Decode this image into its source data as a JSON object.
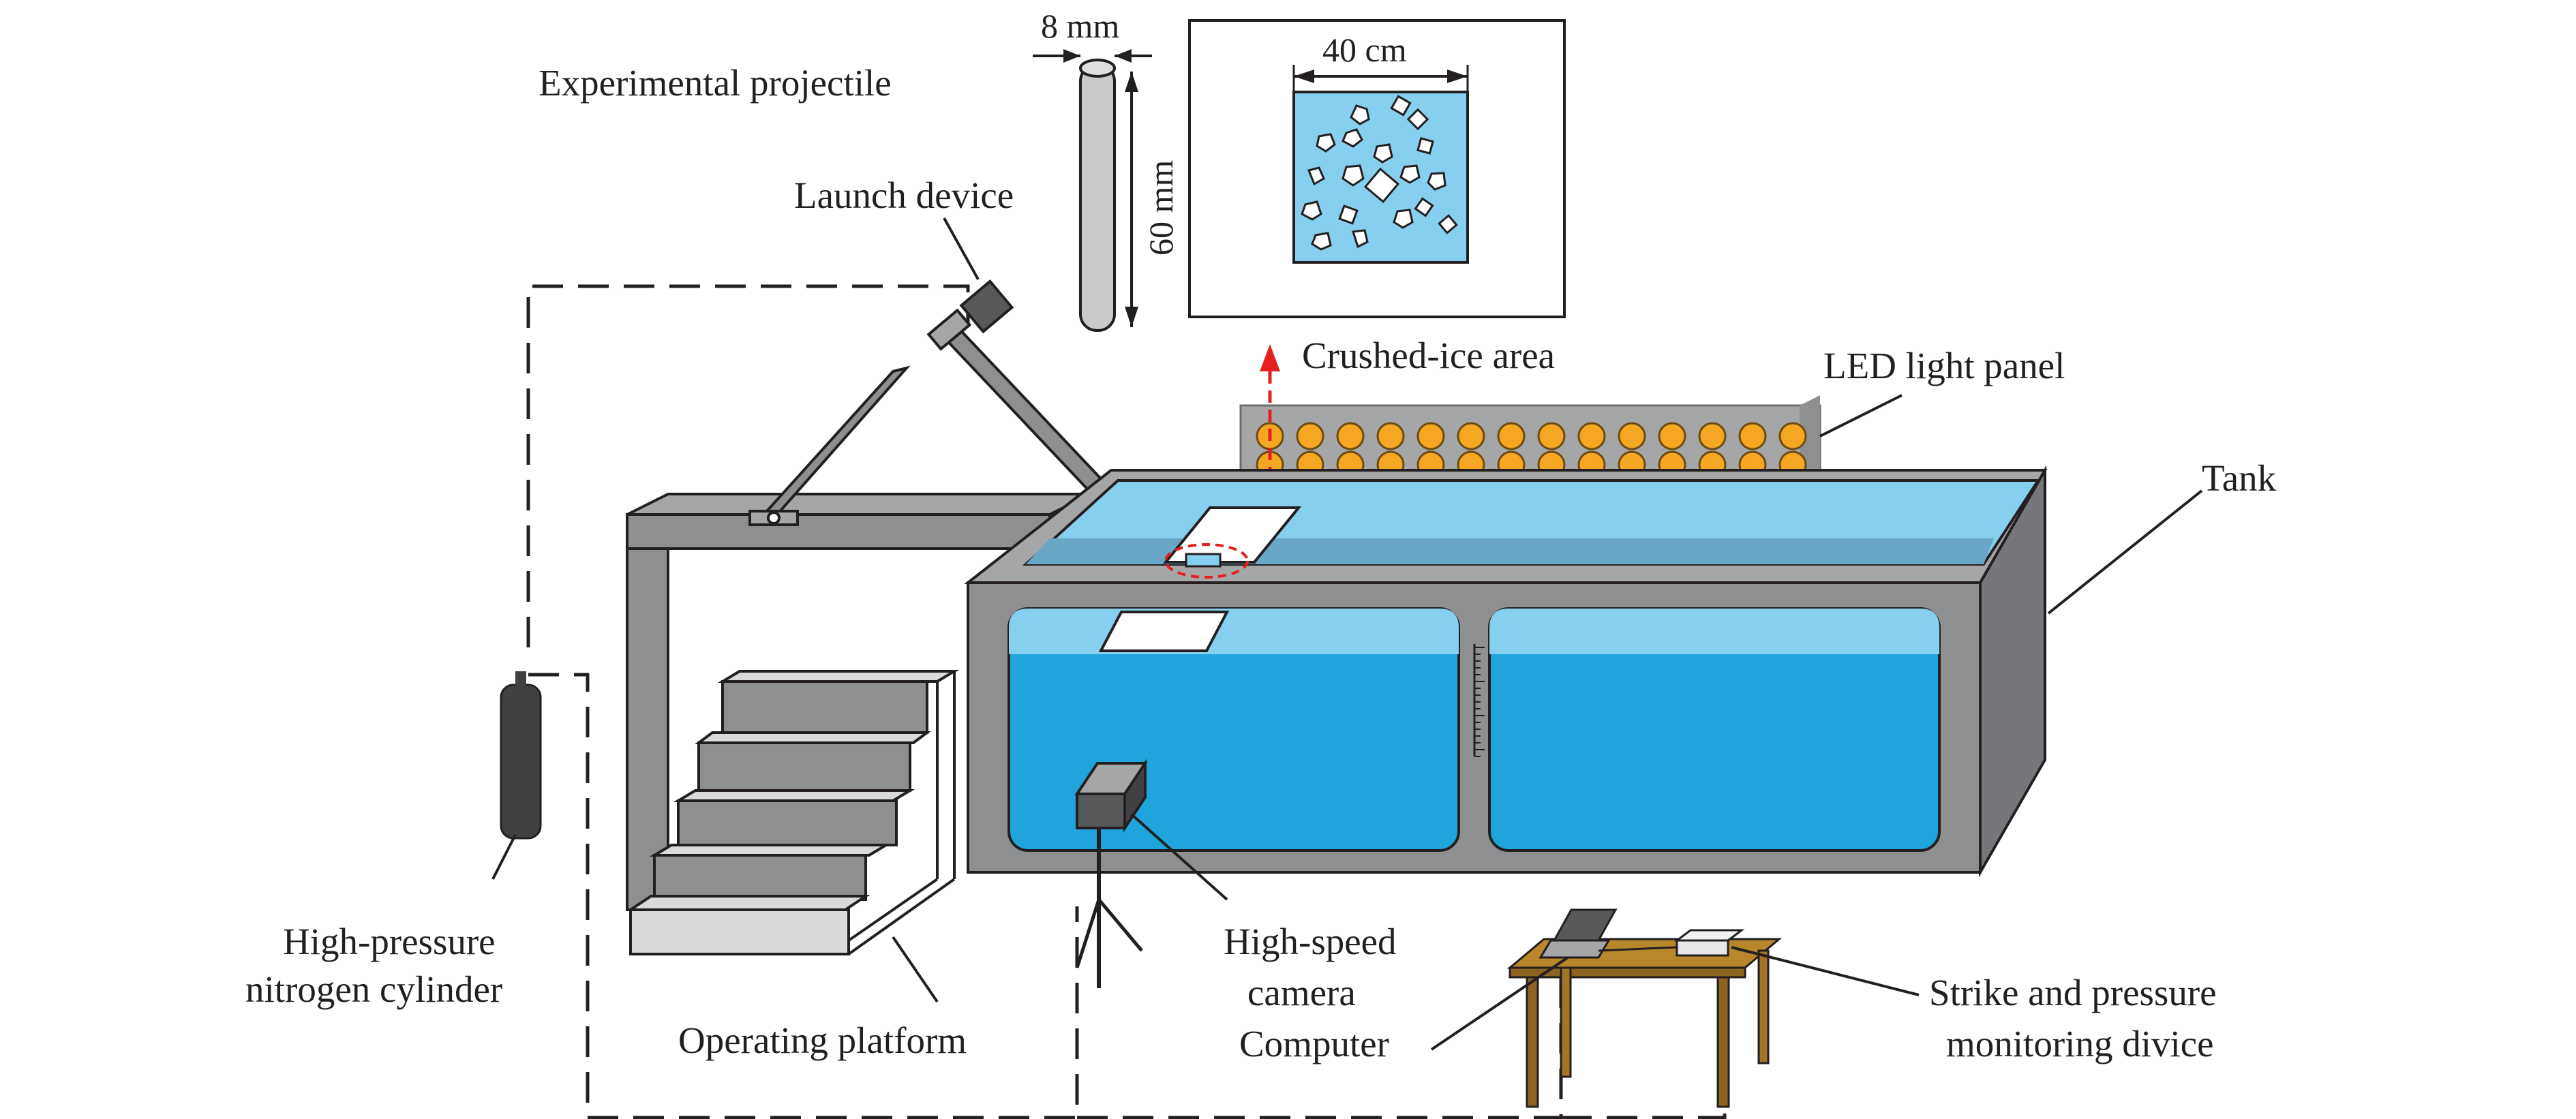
{
  "labels": {
    "projectile": "Experimental projectile",
    "launch_device": "Launch device",
    "crushed_ice": "Crushed-ice area",
    "led_panel": "LED light panel",
    "tank": "Tank",
    "cylinder_line1": "High-pressure",
    "cylinder_line2": "nitrogen cylinder",
    "platform": "Operating platform",
    "camera_line1": "High-speed",
    "camera_line2": "camera",
    "computer": "Computer",
    "monitor_line1": "Strike and pressure",
    "monitor_line2": "monitoring divice"
  },
  "dimensions": {
    "diameter": "8 mm",
    "length": "60 mm",
    "ice_width": "40 cm"
  },
  "colors": {
    "water": "#1fa5dc",
    "water_surface": "#87cfee",
    "tank_body": "#8e8f91",
    "tank_dark": "#76777a",
    "led": "#f5a623",
    "arrow": "#e62020",
    "table": "#b8862b"
  }
}
